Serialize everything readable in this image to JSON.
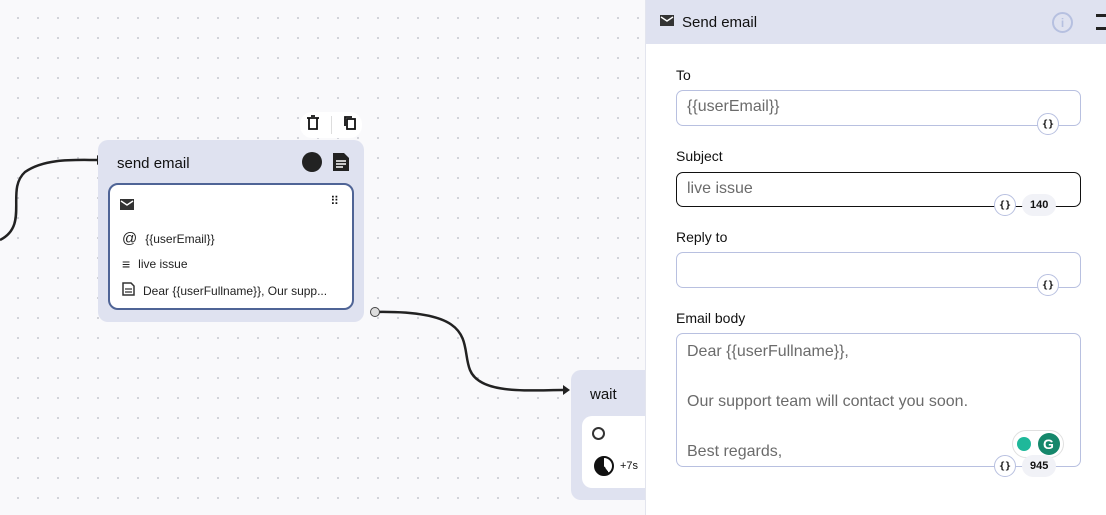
{
  "canvas": {
    "send_email_node": {
      "title": "send email",
      "recipient": "{{userEmail}}",
      "subject": "live issue",
      "body_preview": "Dear {{userFullname}}, Our supp..."
    },
    "wait_node": {
      "title": "wait",
      "duration": "+7s"
    }
  },
  "panel": {
    "title": "Send email",
    "fields": {
      "to": {
        "label": "To",
        "value": "{{userEmail}}"
      },
      "subject": {
        "label": "Subject",
        "value": "live issue",
        "remaining": "140"
      },
      "reply_to": {
        "label": "Reply to",
        "value": ""
      },
      "body": {
        "label": "Email body",
        "lines": [
          "Dear {{userFullname}},",
          "",
          "Our support team will contact you soon.",
          "",
          "Best regards,"
        ],
        "remaining": "945"
      }
    },
    "variable_button": "{}"
  },
  "colors": {
    "node_bg": "#dfe2f0",
    "card_border": "#4f6496",
    "grammarly": "#15876b"
  }
}
